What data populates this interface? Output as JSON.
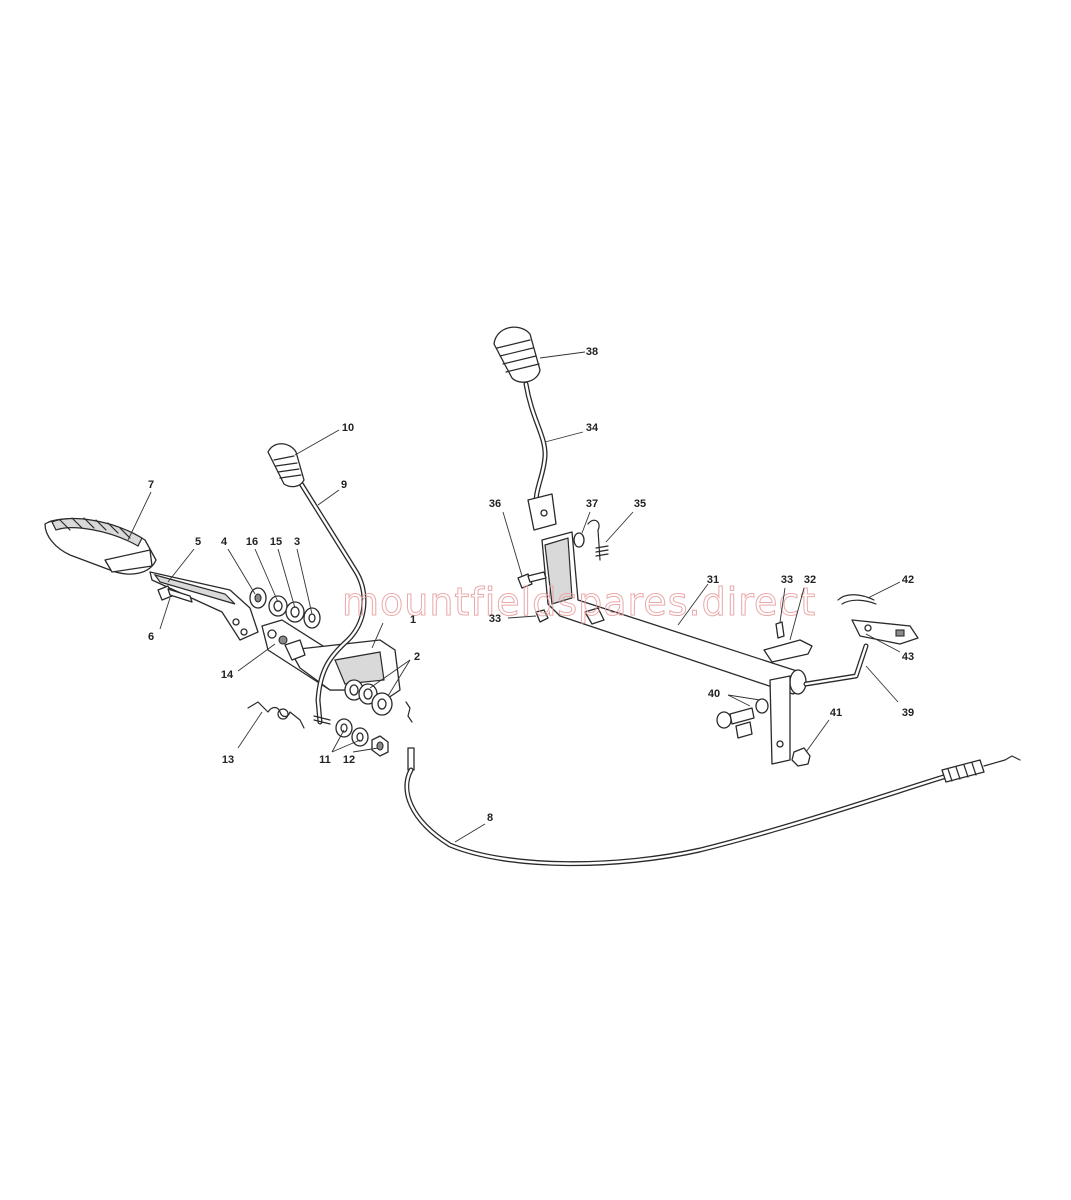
{
  "watermark": "mountfieldspares.direct",
  "colors": {
    "line": "#2a2a2a",
    "watermark": "#e8a0a0",
    "background": "#ffffff"
  },
  "callouts": [
    "1",
    "2",
    "3",
    "4",
    "5",
    "6",
    "7",
    "8",
    "9",
    "10",
    "11",
    "12",
    "13",
    "14",
    "15",
    "16",
    "31",
    "32",
    "33",
    "33",
    "34",
    "35",
    "36",
    "37",
    "38",
    "39",
    "40",
    "41",
    "42",
    "43"
  ]
}
